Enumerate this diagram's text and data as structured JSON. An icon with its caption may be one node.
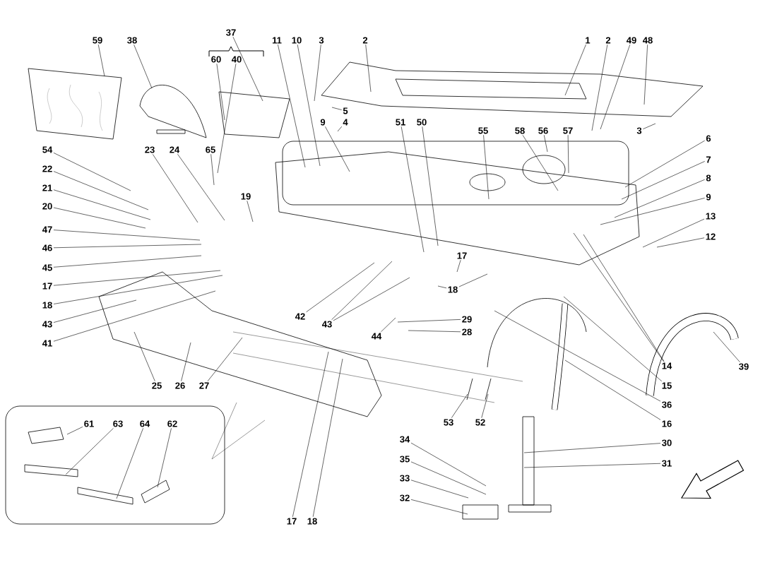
{
  "diagram": {
    "nodes": [
      {
        "text": [
          "59"
        ]
      },
      {
        "text": [
          "38"
        ]
      },
      {
        "text": [
          "37"
        ]
      },
      {
        "text": [
          "60"
        ]
      },
      {
        "text": [
          "40"
        ]
      },
      {
        "text": [
          "11"
        ]
      },
      {
        "text": [
          "10"
        ]
      },
      {
        "text": [
          "3"
        ]
      },
      {
        "text": [
          "2"
        ]
      },
      {
        "text": [
          "1"
        ]
      },
      {
        "text": [
          "2"
        ]
      },
      {
        "text": [
          "49"
        ]
      },
      {
        "text": [
          "48"
        ]
      },
      {
        "text": [
          "5"
        ]
      },
      {
        "text": [
          "4"
        ]
      },
      {
        "text": [
          "9"
        ]
      },
      {
        "text": [
          "3"
        ]
      },
      {
        "text": [
          "56"
        ]
      },
      {
        "text": [
          "57"
        ]
      },
      {
        "text": [
          "55"
        ]
      },
      {
        "text": [
          "58"
        ]
      },
      {
        "text": [
          "51"
        ]
      },
      {
        "text": [
          "50"
        ]
      },
      {
        "text": [
          "6"
        ]
      },
      {
        "text": [
          "7"
        ]
      },
      {
        "text": [
          "8"
        ]
      },
      {
        "text": [
          "9"
        ]
      },
      {
        "text": [
          "54"
        ]
      },
      {
        "text": [
          "23"
        ]
      },
      {
        "text": [
          "24"
        ]
      },
      {
        "text": [
          "65"
        ]
      },
      {
        "text": [
          "22"
        ]
      },
      {
        "text": [
          "21"
        ]
      },
      {
        "text": [
          "20"
        ]
      },
      {
        "text": [
          "19"
        ]
      },
      {
        "text": [
          "13"
        ]
      },
      {
        "text": [
          "47"
        ]
      },
      {
        "text": [
          "12"
        ]
      },
      {
        "text": [
          "46"
        ]
      },
      {
        "text": [
          "45"
        ]
      },
      {
        "text": [
          "17"
        ]
      },
      {
        "text": [
          "18"
        ]
      },
      {
        "text": [
          "43"
        ]
      },
      {
        "text": [
          "41"
        ]
      },
      {
        "text": [
          "17"
        ]
      },
      {
        "text": [
          "18"
        ]
      },
      {
        "text": [
          "42"
        ]
      },
      {
        "text": [
          "43"
        ]
      },
      {
        "text": [
          "29"
        ]
      },
      {
        "text": [
          "28"
        ]
      },
      {
        "text": [
          "44"
        ]
      },
      {
        "text": [
          "14"
        ]
      },
      {
        "text": [
          "39"
        ]
      },
      {
        "text": [
          "25"
        ]
      },
      {
        "text": [
          "26"
        ]
      },
      {
        "text": [
          "27"
        ]
      },
      {
        "text": [
          "15"
        ]
      },
      {
        "text": [
          "36"
        ]
      },
      {
        "text": [
          "16"
        ]
      },
      {
        "text": [
          "53"
        ]
      },
      {
        "text": [
          "52"
        ]
      },
      {
        "text": [
          "61"
        ]
      },
      {
        "text": [
          "63"
        ]
      },
      {
        "text": [
          "64"
        ]
      },
      {
        "text": [
          "62"
        ]
      },
      {
        "text": [
          "34"
        ]
      },
      {
        "text": [
          "30"
        ]
      },
      {
        "text": [
          "35"
        ]
      },
      {
        "text": [
          "31"
        ]
      },
      {
        "text": [
          "33"
        ]
      },
      {
        "text": [
          "32"
        ]
      },
      {
        "text": [
          "17"
        ]
      },
      {
        "text": [
          "18"
        ]
      }
    ],
    "edges": [
      {
        "from": 0,
        "to": null,
        "arrow": "none"
      },
      {
        "from": 1,
        "to": null,
        "arrow": "none"
      },
      {
        "from": 2,
        "to": null,
        "arrow": "none"
      },
      {
        "from": 3,
        "to": null,
        "arrow": "none"
      },
      {
        "from": 4,
        "to": null,
        "arrow": "none"
      },
      {
        "from": 5,
        "to": null,
        "arrow": "none"
      },
      {
        "from": 6,
        "to": null,
        "arrow": "none"
      },
      {
        "from": 7,
        "to": null,
        "arrow": "none"
      },
      {
        "from": 8,
        "to": null,
        "arrow": "none"
      },
      {
        "from": 9,
        "to": null,
        "arrow": "none"
      },
      {
        "from": 10,
        "to": null,
        "arrow": "none"
      },
      {
        "from": 11,
        "to": null,
        "arrow": "none"
      },
      {
        "from": 12,
        "to": null,
        "arrow": "none"
      },
      {
        "from": 13,
        "to": null,
        "arrow": "none"
      },
      {
        "from": 14,
        "to": null,
        "arrow": "none"
      },
      {
        "from": 15,
        "to": null,
        "arrow": "none"
      },
      {
        "from": 16,
        "to": null,
        "arrow": "none"
      },
      {
        "from": 17,
        "to": null,
        "arrow": "none"
      },
      {
        "from": 18,
        "to": null,
        "arrow": "none"
      },
      {
        "from": 19,
        "to": null,
        "arrow": "none"
      },
      {
        "from": 20,
        "to": null,
        "arrow": "none"
      },
      {
        "from": 21,
        "to": null,
        "arrow": "none"
      },
      {
        "from": 22,
        "to": null,
        "arrow": "none"
      },
      {
        "from": 23,
        "to": null,
        "arrow": "none"
      },
      {
        "from": 24,
        "to": null,
        "arrow": "none"
      },
      {
        "from": 25,
        "to": null,
        "arrow": "none"
      },
      {
        "from": 26,
        "to": null,
        "arrow": "none"
      },
      {
        "from": 27,
        "to": null,
        "arrow": "none"
      },
      {
        "from": 28,
        "to": null,
        "arrow": "none"
      },
      {
        "from": 29,
        "to": null,
        "arrow": "none"
      },
      {
        "from": 30,
        "to": null,
        "arrow": "none"
      },
      {
        "from": 31,
        "to": null,
        "arrow": "none"
      },
      {
        "from": 32,
        "to": null,
        "arrow": "none"
      },
      {
        "from": 33,
        "to": null,
        "arrow": "none"
      },
      {
        "from": 34,
        "to": null,
        "arrow": "none"
      },
      {
        "from": 35,
        "to": null,
        "arrow": "none"
      },
      {
        "from": 36,
        "to": null,
        "arrow": "none"
      },
      {
        "from": 37,
        "to": null,
        "arrow": "none"
      },
      {
        "from": 38,
        "to": null,
        "arrow": "none"
      },
      {
        "from": 39,
        "to": null,
        "arrow": "none"
      },
      {
        "from": 40,
        "to": null,
        "arrow": "none"
      },
      {
        "from": 41,
        "to": null,
        "arrow": "none"
      },
      {
        "from": 42,
        "to": null,
        "arrow": "none"
      },
      {
        "from": 43,
        "to": null,
        "arrow": "none"
      },
      {
        "from": 44,
        "to": null,
        "arrow": "none"
      },
      {
        "from": 45,
        "to": null,
        "arrow": "none"
      },
      {
        "from": 45,
        "to": null,
        "arrow": "none"
      },
      {
        "from": 46,
        "to": null,
        "arrow": "none"
      },
      {
        "from": 47,
        "to": null,
        "arrow": "none"
      },
      {
        "from": 47,
        "to": null,
        "arrow": "none"
      },
      {
        "from": 48,
        "to": null,
        "arrow": "none"
      },
      {
        "from": 49,
        "to": null,
        "arrow": "none"
      },
      {
        "from": 50,
        "to": null,
        "arrow": "none"
      },
      {
        "from": 51,
        "to": null,
        "arrow": "none"
      },
      {
        "from": 51,
        "to": null,
        "arrow": "none"
      },
      {
        "from": 52,
        "to": null,
        "arrow": "none"
      },
      {
        "from": 53,
        "to": null,
        "arrow": "none"
      },
      {
        "from": 54,
        "to": null,
        "arrow": "none"
      },
      {
        "from": 55,
        "to": null,
        "arrow": "none"
      },
      {
        "from": 56,
        "to": null,
        "arrow": "none"
      },
      {
        "from": 57,
        "to": null,
        "arrow": "none"
      },
      {
        "from": 58,
        "to": null,
        "arrow": "none"
      },
      {
        "from": 59,
        "to": null,
        "arrow": "none"
      },
      {
        "from": 60,
        "to": null,
        "arrow": "none"
      },
      {
        "from": 61,
        "to": null,
        "arrow": "none"
      },
      {
        "from": 62,
        "to": null,
        "arrow": "none"
      },
      {
        "from": 63,
        "to": null,
        "arrow": "none"
      },
      {
        "from": 64,
        "to": null,
        "arrow": "none"
      },
      {
        "from": 65,
        "to": null,
        "arrow": "none"
      },
      {
        "from": 66,
        "to": null,
        "arrow": "none"
      },
      {
        "from": 67,
        "to": null,
        "arrow": "none"
      },
      {
        "from": 68,
        "to": null,
        "arrow": "none"
      },
      {
        "from": 69,
        "to": null,
        "arrow": "none"
      },
      {
        "from": 70,
        "to": null,
        "arrow": "none"
      },
      {
        "from": 71,
        "to": null,
        "arrow": "none"
      },
      {
        "from": 72,
        "to": null,
        "arrow": "none"
      }
    ]
  }
}
